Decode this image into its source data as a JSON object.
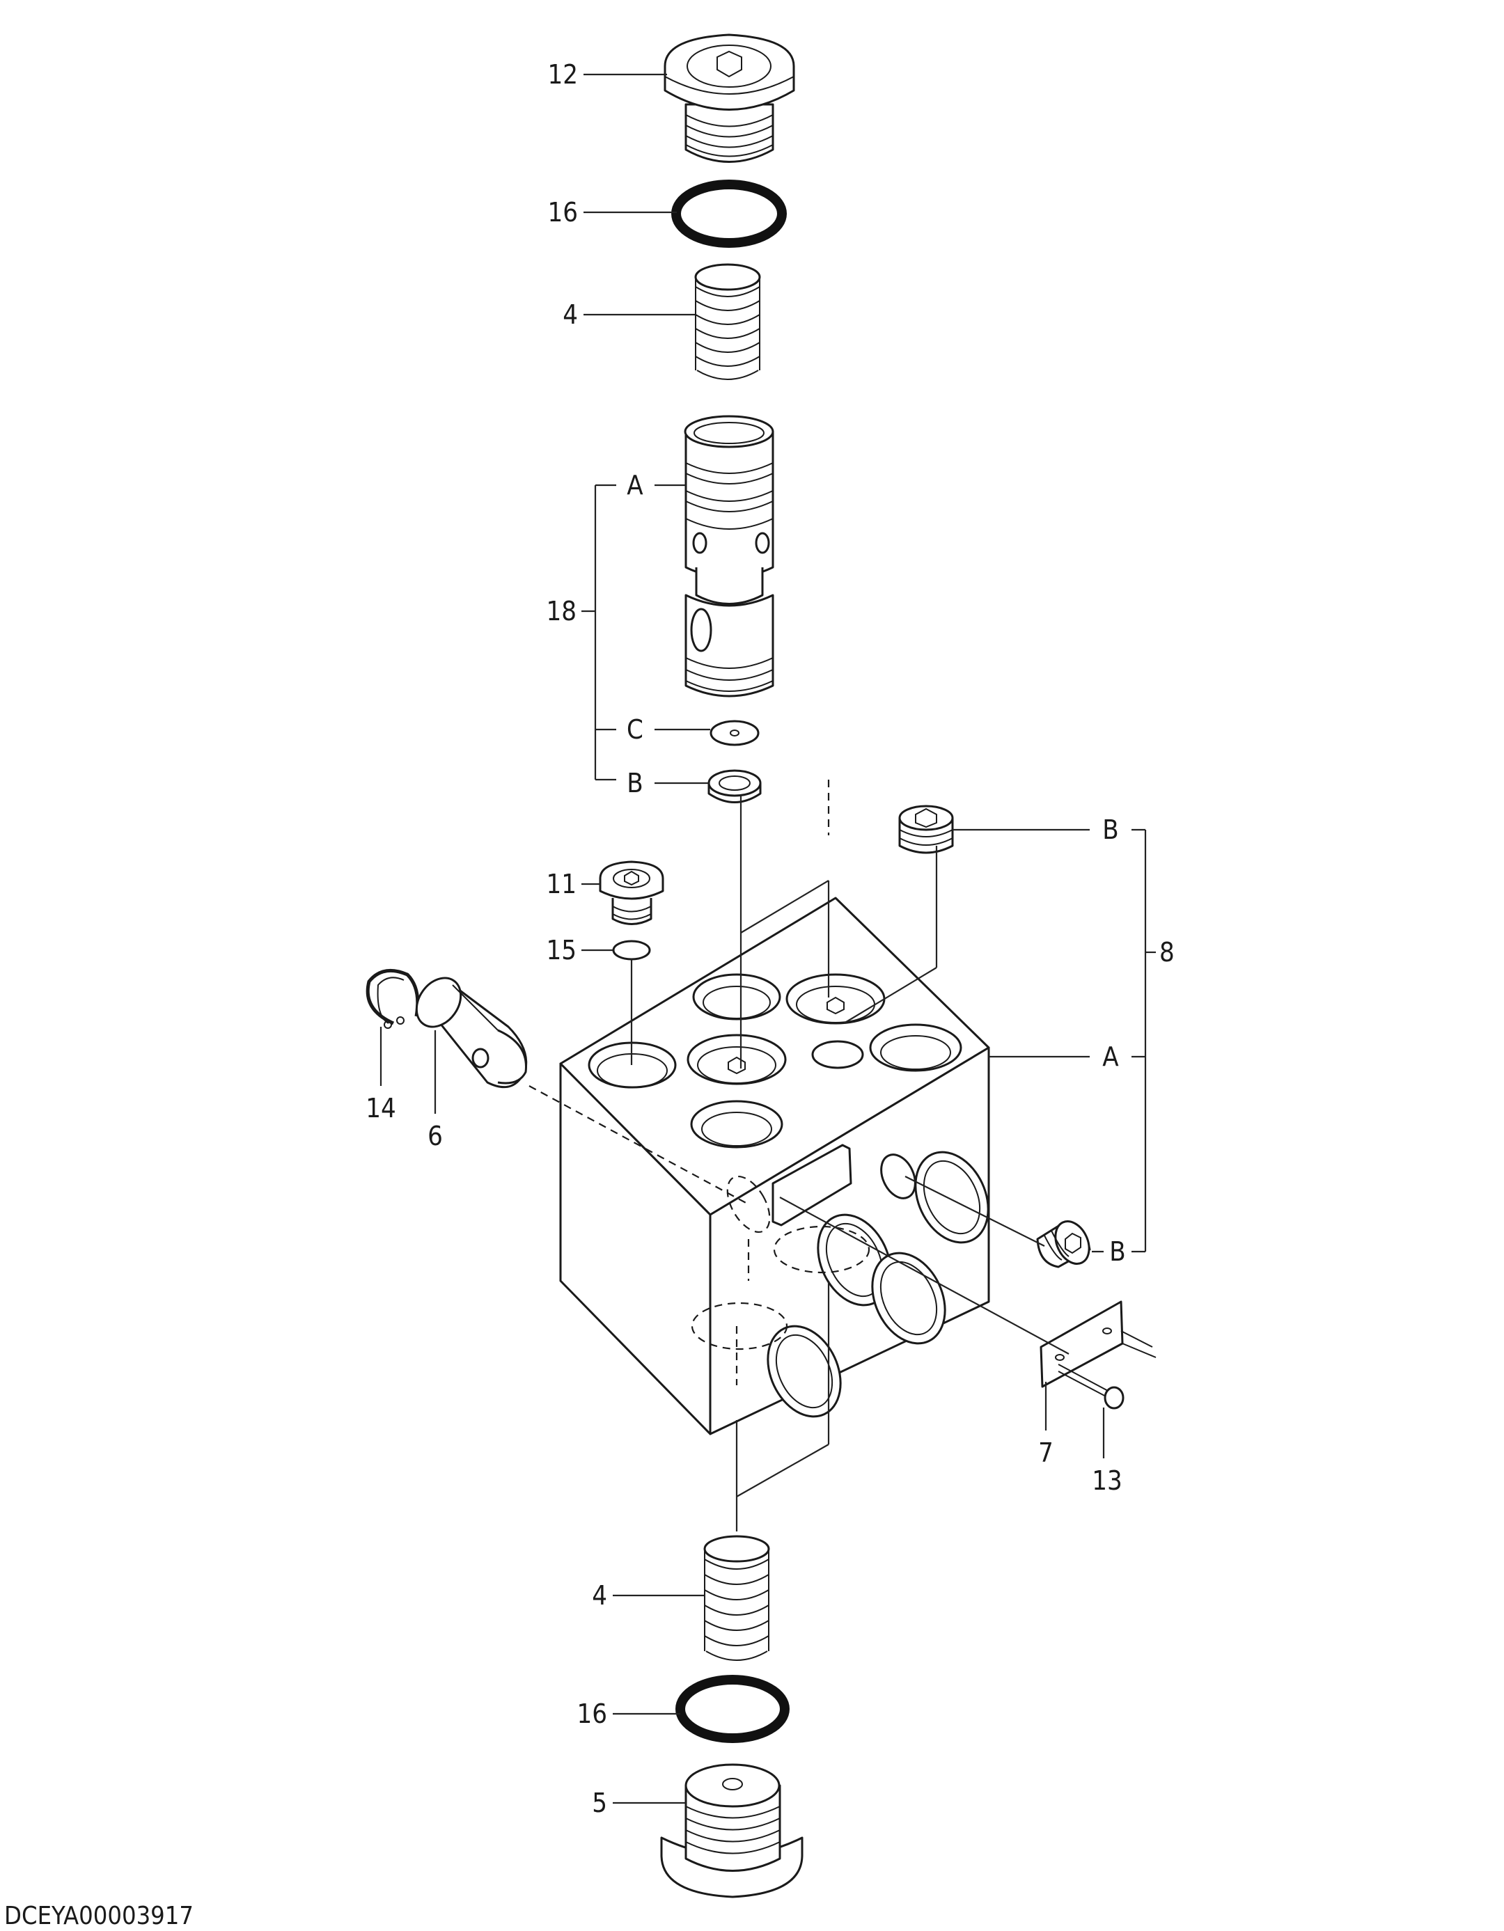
{
  "drawing_code": "DCEYA00003917",
  "callouts": {
    "c12": "12",
    "c16_top": "16",
    "c4_top": "4",
    "c18": "18",
    "c18_A": "A",
    "c18_C": "C",
    "c18_B": "B",
    "c11": "11",
    "c15": "15",
    "c14": "14",
    "c6": "6",
    "c8": "8",
    "c8_B_top": "B",
    "c8_A": "A",
    "c8_B_bottom": "B",
    "c7": "7",
    "c13": "13",
    "c4_bottom": "4",
    "c16_bottom": "16",
    "c5": "5"
  }
}
